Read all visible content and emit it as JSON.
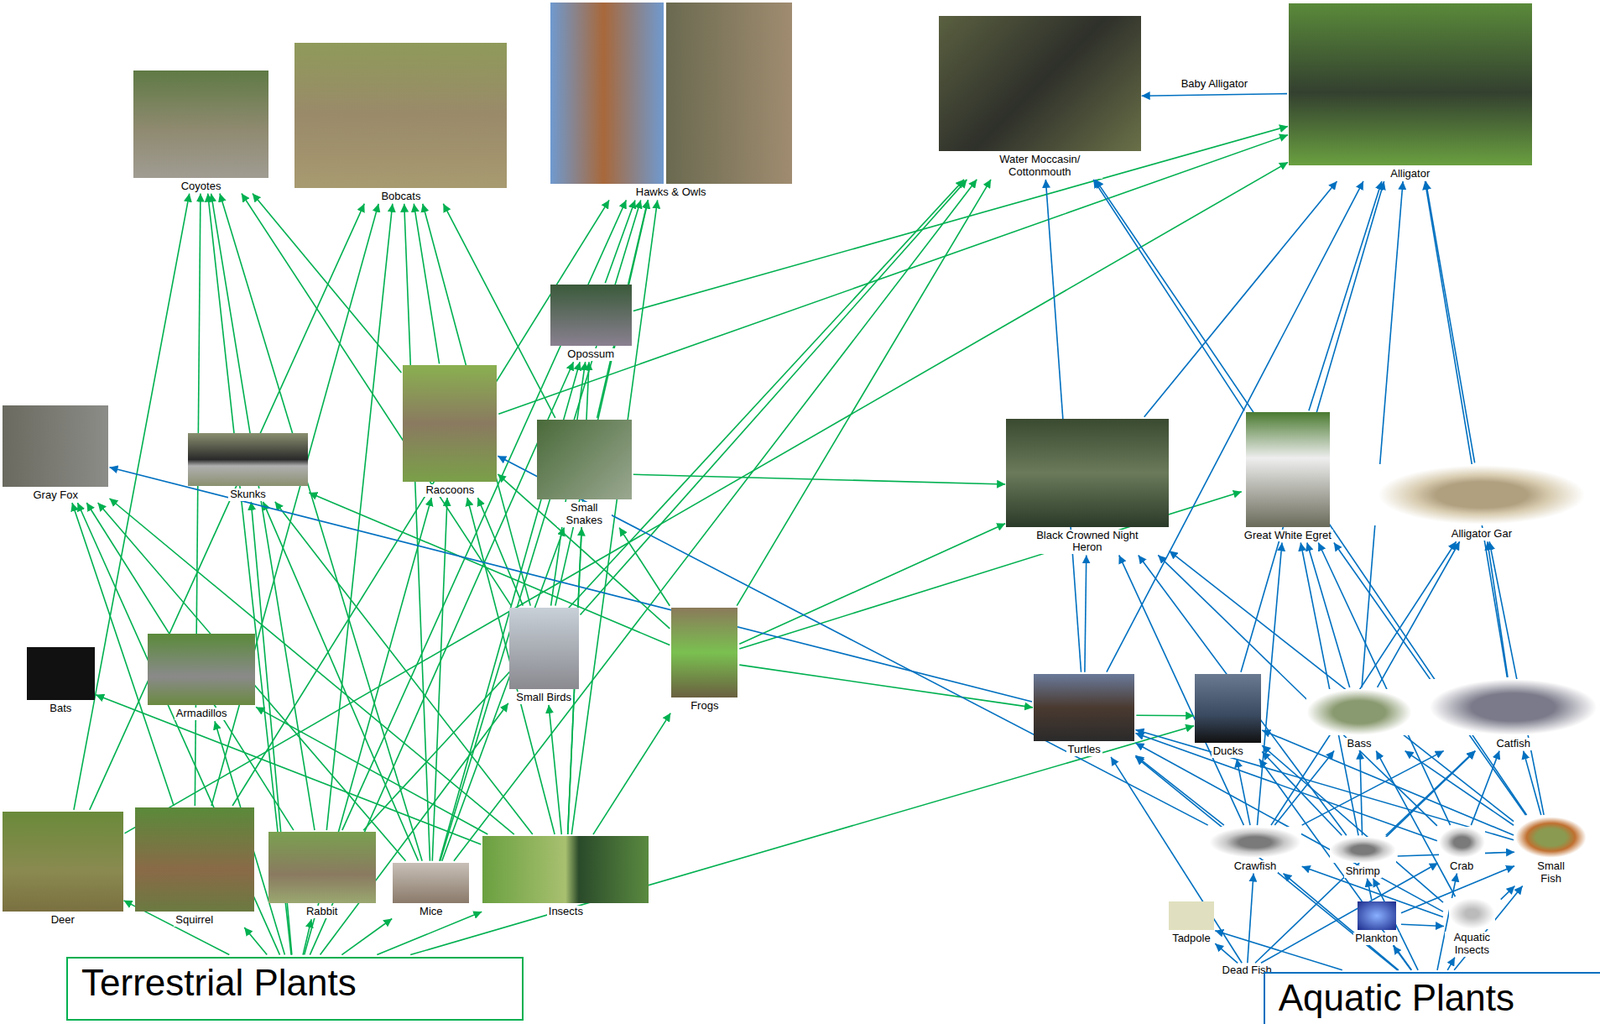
{
  "diagram": {
    "nodes": [
      {
        "text": [
          "Coyotes"
        ]
      },
      {
        "text": [
          "Bobcats"
        ]
      },
      {
        "text": [
          "Hawks & Owls"
        ]
      },
      {
        "text": [
          "Water Moccasin/ Cottonmouth"
        ]
      },
      {
        "text": [
          "Alligator"
        ]
      },
      {
        "text": [
          "Opossum"
        ]
      },
      {
        "text": [
          "Gray Fox"
        ]
      },
      {
        "text": [
          "Skunks"
        ]
      },
      {
        "text": [
          "Raccoons"
        ]
      },
      {
        "text": [
          "Small Snakes"
        ]
      },
      {
        "text": [
          "Black Crowned Night Heron"
        ]
      },
      {
        "text": [
          "Great White Egret"
        ]
      },
      {
        "text": [
          "Alligator Gar"
        ]
      },
      {
        "text": [
          "Bats"
        ]
      },
      {
        "text": [
          "Armadillos"
        ]
      },
      {
        "text": [
          "Small Birds"
        ]
      },
      {
        "text": [
          "Frogs"
        ]
      },
      {
        "text": [
          "Turtles"
        ]
      },
      {
        "text": [
          "Ducks"
        ]
      },
      {
        "text": [
          "Bass"
        ]
      },
      {
        "text": [
          "Catfish"
        ]
      },
      {
        "text": [
          "Deer"
        ]
      },
      {
        "text": [
          "Squirrel"
        ]
      },
      {
        "text": [
          "Rabbit"
        ]
      },
      {
        "text": [
          "Mice"
        ]
      },
      {
        "text": [
          "Insects"
        ]
      },
      {
        "text": [
          "Crawfish"
        ]
      },
      {
        "text": [
          "Shrimp"
        ]
      },
      {
        "text": [
          "Crab"
        ]
      },
      {
        "text": [
          "Small Fish"
        ]
      },
      {
        "text": [
          "Tadpole"
        ]
      },
      {
        "text": [
          "Plankton"
        ]
      },
      {
        "text": [
          "Aquatic Insects"
        ]
      },
      {
        "text": [
          "Dead Fish"
        ]
      },
      {
        "text": [
          "Terrestrial Plants"
        ]
      },
      {
        "text": [
          "Aquatic Plants"
        ]
      }
    ],
    "edges": [
      {
        "from": 4,
        "to": 3,
        "label": "Baby Alligator",
        "arrow": "to"
      },
      {
        "from": 34,
        "to": 21,
        "arrow": "to"
      },
      {
        "from": 34,
        "to": 22,
        "arrow": "to"
      },
      {
        "from": 34,
        "to": 23,
        "arrow": "to"
      },
      {
        "from": 34,
        "to": 24,
        "arrow": "to"
      },
      {
        "from": 34,
        "to": 25,
        "arrow": "to"
      },
      {
        "from": 34,
        "to": 0,
        "arrow": "to"
      },
      {
        "from": 34,
        "to": 7,
        "arrow": "to"
      },
      {
        "from": 34,
        "to": 8,
        "arrow": "to"
      },
      {
        "from": 34,
        "to": 5,
        "arrow": "to"
      },
      {
        "from": 34,
        "to": 15,
        "arrow": "to"
      },
      {
        "from": 34,
        "to": 6,
        "arrow": "to"
      },
      {
        "from": 34,
        "to": 14,
        "arrow": "to"
      },
      {
        "from": 34,
        "to": 18,
        "arrow": "to"
      },
      {
        "from": 21,
        "to": 0,
        "arrow": "to"
      },
      {
        "from": 21,
        "to": 1,
        "arrow": "to"
      },
      {
        "from": 21,
        "to": 4,
        "arrow": "to"
      },
      {
        "from": 22,
        "to": 0,
        "arrow": "to"
      },
      {
        "from": 22,
        "to": 1,
        "arrow": "to"
      },
      {
        "from": 22,
        "to": 2,
        "arrow": "to"
      },
      {
        "from": 22,
        "to": 6,
        "arrow": "to"
      },
      {
        "from": 23,
        "to": 0,
        "arrow": "to"
      },
      {
        "from": 23,
        "to": 1,
        "arrow": "to"
      },
      {
        "from": 23,
        "to": 2,
        "arrow": "to"
      },
      {
        "from": 23,
        "to": 6,
        "arrow": "to"
      },
      {
        "from": 23,
        "to": 3,
        "arrow": "to"
      },
      {
        "from": 24,
        "to": 0,
        "arrow": "to"
      },
      {
        "from": 24,
        "to": 1,
        "arrow": "to"
      },
      {
        "from": 24,
        "to": 2,
        "arrow": "to"
      },
      {
        "from": 24,
        "to": 6,
        "arrow": "to"
      },
      {
        "from": 24,
        "to": 7,
        "arrow": "to"
      },
      {
        "from": 24,
        "to": 8,
        "arrow": "to"
      },
      {
        "from": 24,
        "to": 5,
        "arrow": "to"
      },
      {
        "from": 24,
        "to": 9,
        "arrow": "to"
      },
      {
        "from": 24,
        "to": 3,
        "arrow": "to"
      },
      {
        "from": 25,
        "to": 13,
        "arrow": "to"
      },
      {
        "from": 25,
        "to": 14,
        "arrow": "to"
      },
      {
        "from": 25,
        "to": 7,
        "arrow": "to"
      },
      {
        "from": 25,
        "to": 15,
        "arrow": "to"
      },
      {
        "from": 25,
        "to": 16,
        "arrow": "to"
      },
      {
        "from": 25,
        "to": 5,
        "arrow": "to"
      },
      {
        "from": 25,
        "to": 8,
        "arrow": "to"
      },
      {
        "from": 25,
        "to": 6,
        "arrow": "to"
      },
      {
        "from": 25,
        "to": 9,
        "arrow": "to"
      },
      {
        "from": 25,
        "to": 2,
        "arrow": "to"
      },
      {
        "from": 15,
        "to": 2,
        "arrow": "to"
      },
      {
        "from": 15,
        "to": 1,
        "arrow": "to"
      },
      {
        "from": 15,
        "to": 8,
        "arrow": "to"
      },
      {
        "from": 15,
        "to": 5,
        "arrow": "to"
      },
      {
        "from": 15,
        "to": 3,
        "arrow": "to"
      },
      {
        "from": 15,
        "to": 0,
        "arrow": "to"
      },
      {
        "from": 16,
        "to": 8,
        "arrow": "to"
      },
      {
        "from": 16,
        "to": 7,
        "arrow": "to"
      },
      {
        "from": 16,
        "to": 3,
        "arrow": "to"
      },
      {
        "from": 16,
        "to": 10,
        "arrow": "to"
      },
      {
        "from": 16,
        "to": 11,
        "arrow": "to"
      },
      {
        "from": 16,
        "to": 17,
        "arrow": "to"
      },
      {
        "from": 16,
        "to": 9,
        "arrow": "to"
      },
      {
        "from": 9,
        "to": 2,
        "arrow": "to"
      },
      {
        "from": 9,
        "to": 10,
        "arrow": "to"
      },
      {
        "from": 9,
        "to": 1,
        "arrow": "to"
      },
      {
        "from": 8,
        "to": 1,
        "arrow": "to"
      },
      {
        "from": 8,
        "to": 0,
        "arrow": "to"
      },
      {
        "from": 8,
        "to": 4,
        "arrow": "to"
      },
      {
        "from": 5,
        "to": 4,
        "arrow": "to"
      },
      {
        "from": 5,
        "to": 2,
        "arrow": "to"
      },
      {
        "from": 35,
        "to": 31,
        "arrow": "to"
      },
      {
        "from": 35,
        "to": 30,
        "arrow": "to"
      },
      {
        "from": 35,
        "to": 32,
        "arrow": "to"
      },
      {
        "from": 35,
        "to": 26,
        "arrow": "to"
      },
      {
        "from": 35,
        "to": 27,
        "arrow": "to"
      },
      {
        "from": 35,
        "to": 28,
        "arrow": "to"
      },
      {
        "from": 35,
        "to": 29,
        "arrow": "to"
      },
      {
        "from": 35,
        "to": 17,
        "arrow": "to"
      },
      {
        "from": 35,
        "to": 18,
        "arrow": "to"
      },
      {
        "from": 31,
        "to": 27,
        "arrow": "to"
      },
      {
        "from": 31,
        "to": 29,
        "arrow": "to"
      },
      {
        "from": 31,
        "to": 32,
        "arrow": "to"
      },
      {
        "from": 33,
        "to": 30,
        "arrow": "to"
      },
      {
        "from": 33,
        "to": 26,
        "arrow": "to"
      },
      {
        "from": 33,
        "to": 28,
        "arrow": "to"
      },
      {
        "from": 33,
        "to": 20,
        "arrow": "to"
      },
      {
        "from": 33,
        "to": 17,
        "arrow": "to"
      },
      {
        "from": 32,
        "to": 29,
        "arrow": "to"
      },
      {
        "from": 32,
        "to": 19,
        "arrow": "to"
      },
      {
        "from": 32,
        "to": 18,
        "arrow": "to"
      },
      {
        "from": 32,
        "to": 26,
        "arrow": "to"
      },
      {
        "from": 32,
        "to": 17,
        "arrow": "to"
      },
      {
        "from": 26,
        "to": 8,
        "arrow": "to"
      },
      {
        "from": 26,
        "to": 10,
        "arrow": "to"
      },
      {
        "from": 26,
        "to": 11,
        "arrow": "to"
      },
      {
        "from": 26,
        "to": 19,
        "arrow": "to"
      },
      {
        "from": 26,
        "to": 20,
        "arrow": "to"
      },
      {
        "from": 26,
        "to": 12,
        "arrow": "to"
      },
      {
        "from": 26,
        "to": 18,
        "arrow": "to"
      },
      {
        "from": 26,
        "to": 17,
        "arrow": "to"
      },
      {
        "from": 27,
        "to": 19,
        "arrow": "to"
      },
      {
        "from": 27,
        "to": 20,
        "arrow": "to"
      },
      {
        "from": 27,
        "to": 29,
        "arrow": "to"
      },
      {
        "from": 27,
        "to": 10,
        "arrow": "to"
      },
      {
        "from": 27,
        "to": 11,
        "arrow": "to"
      },
      {
        "from": 27,
        "to": 18,
        "arrow": "to"
      },
      {
        "from": 28,
        "to": 10,
        "arrow": "to"
      },
      {
        "from": 28,
        "to": 11,
        "arrow": "to"
      },
      {
        "from": 28,
        "to": 20,
        "arrow": "to"
      },
      {
        "from": 28,
        "to": 17,
        "arrow": "to"
      },
      {
        "from": 29,
        "to": 19,
        "arrow": "to"
      },
      {
        "from": 29,
        "to": 20,
        "arrow": "to"
      },
      {
        "from": 29,
        "to": 12,
        "arrow": "to"
      },
      {
        "from": 29,
        "to": 10,
        "arrow": "to"
      },
      {
        "from": 29,
        "to": 11,
        "arrow": "to"
      },
      {
        "from": 29,
        "to": 17,
        "arrow": "to"
      },
      {
        "from": 29,
        "to": 18,
        "arrow": "to"
      },
      {
        "from": 29,
        "to": 3,
        "arrow": "to"
      },
      {
        "from": 19,
        "to": 4,
        "arrow": "to"
      },
      {
        "from": 19,
        "to": 12,
        "arrow": "to"
      },
      {
        "from": 19,
        "to": 11,
        "arrow": "to"
      },
      {
        "from": 20,
        "to": 4,
        "arrow": "to"
      },
      {
        "from": 20,
        "to": 12,
        "arrow": "to"
      },
      {
        "from": 12,
        "to": 4,
        "arrow": "to"
      },
      {
        "from": 17,
        "to": 4,
        "arrow": "to"
      },
      {
        "from": 17,
        "to": 10,
        "arrow": "to"
      },
      {
        "from": 17,
        "to": 18,
        "arrow": "to"
      },
      {
        "from": 17,
        "to": 3,
        "arrow": "to"
      },
      {
        "from": 17,
        "to": 6,
        "arrow": "to"
      },
      {
        "from": 10,
        "to": 4,
        "arrow": "to"
      },
      {
        "from": 11,
        "to": 4,
        "arrow": "to"
      },
      {
        "from": 11,
        "to": 3,
        "arrow": "to"
      },
      {
        "from": 18,
        "to": 4,
        "arrow": "to"
      }
    ]
  }
}
